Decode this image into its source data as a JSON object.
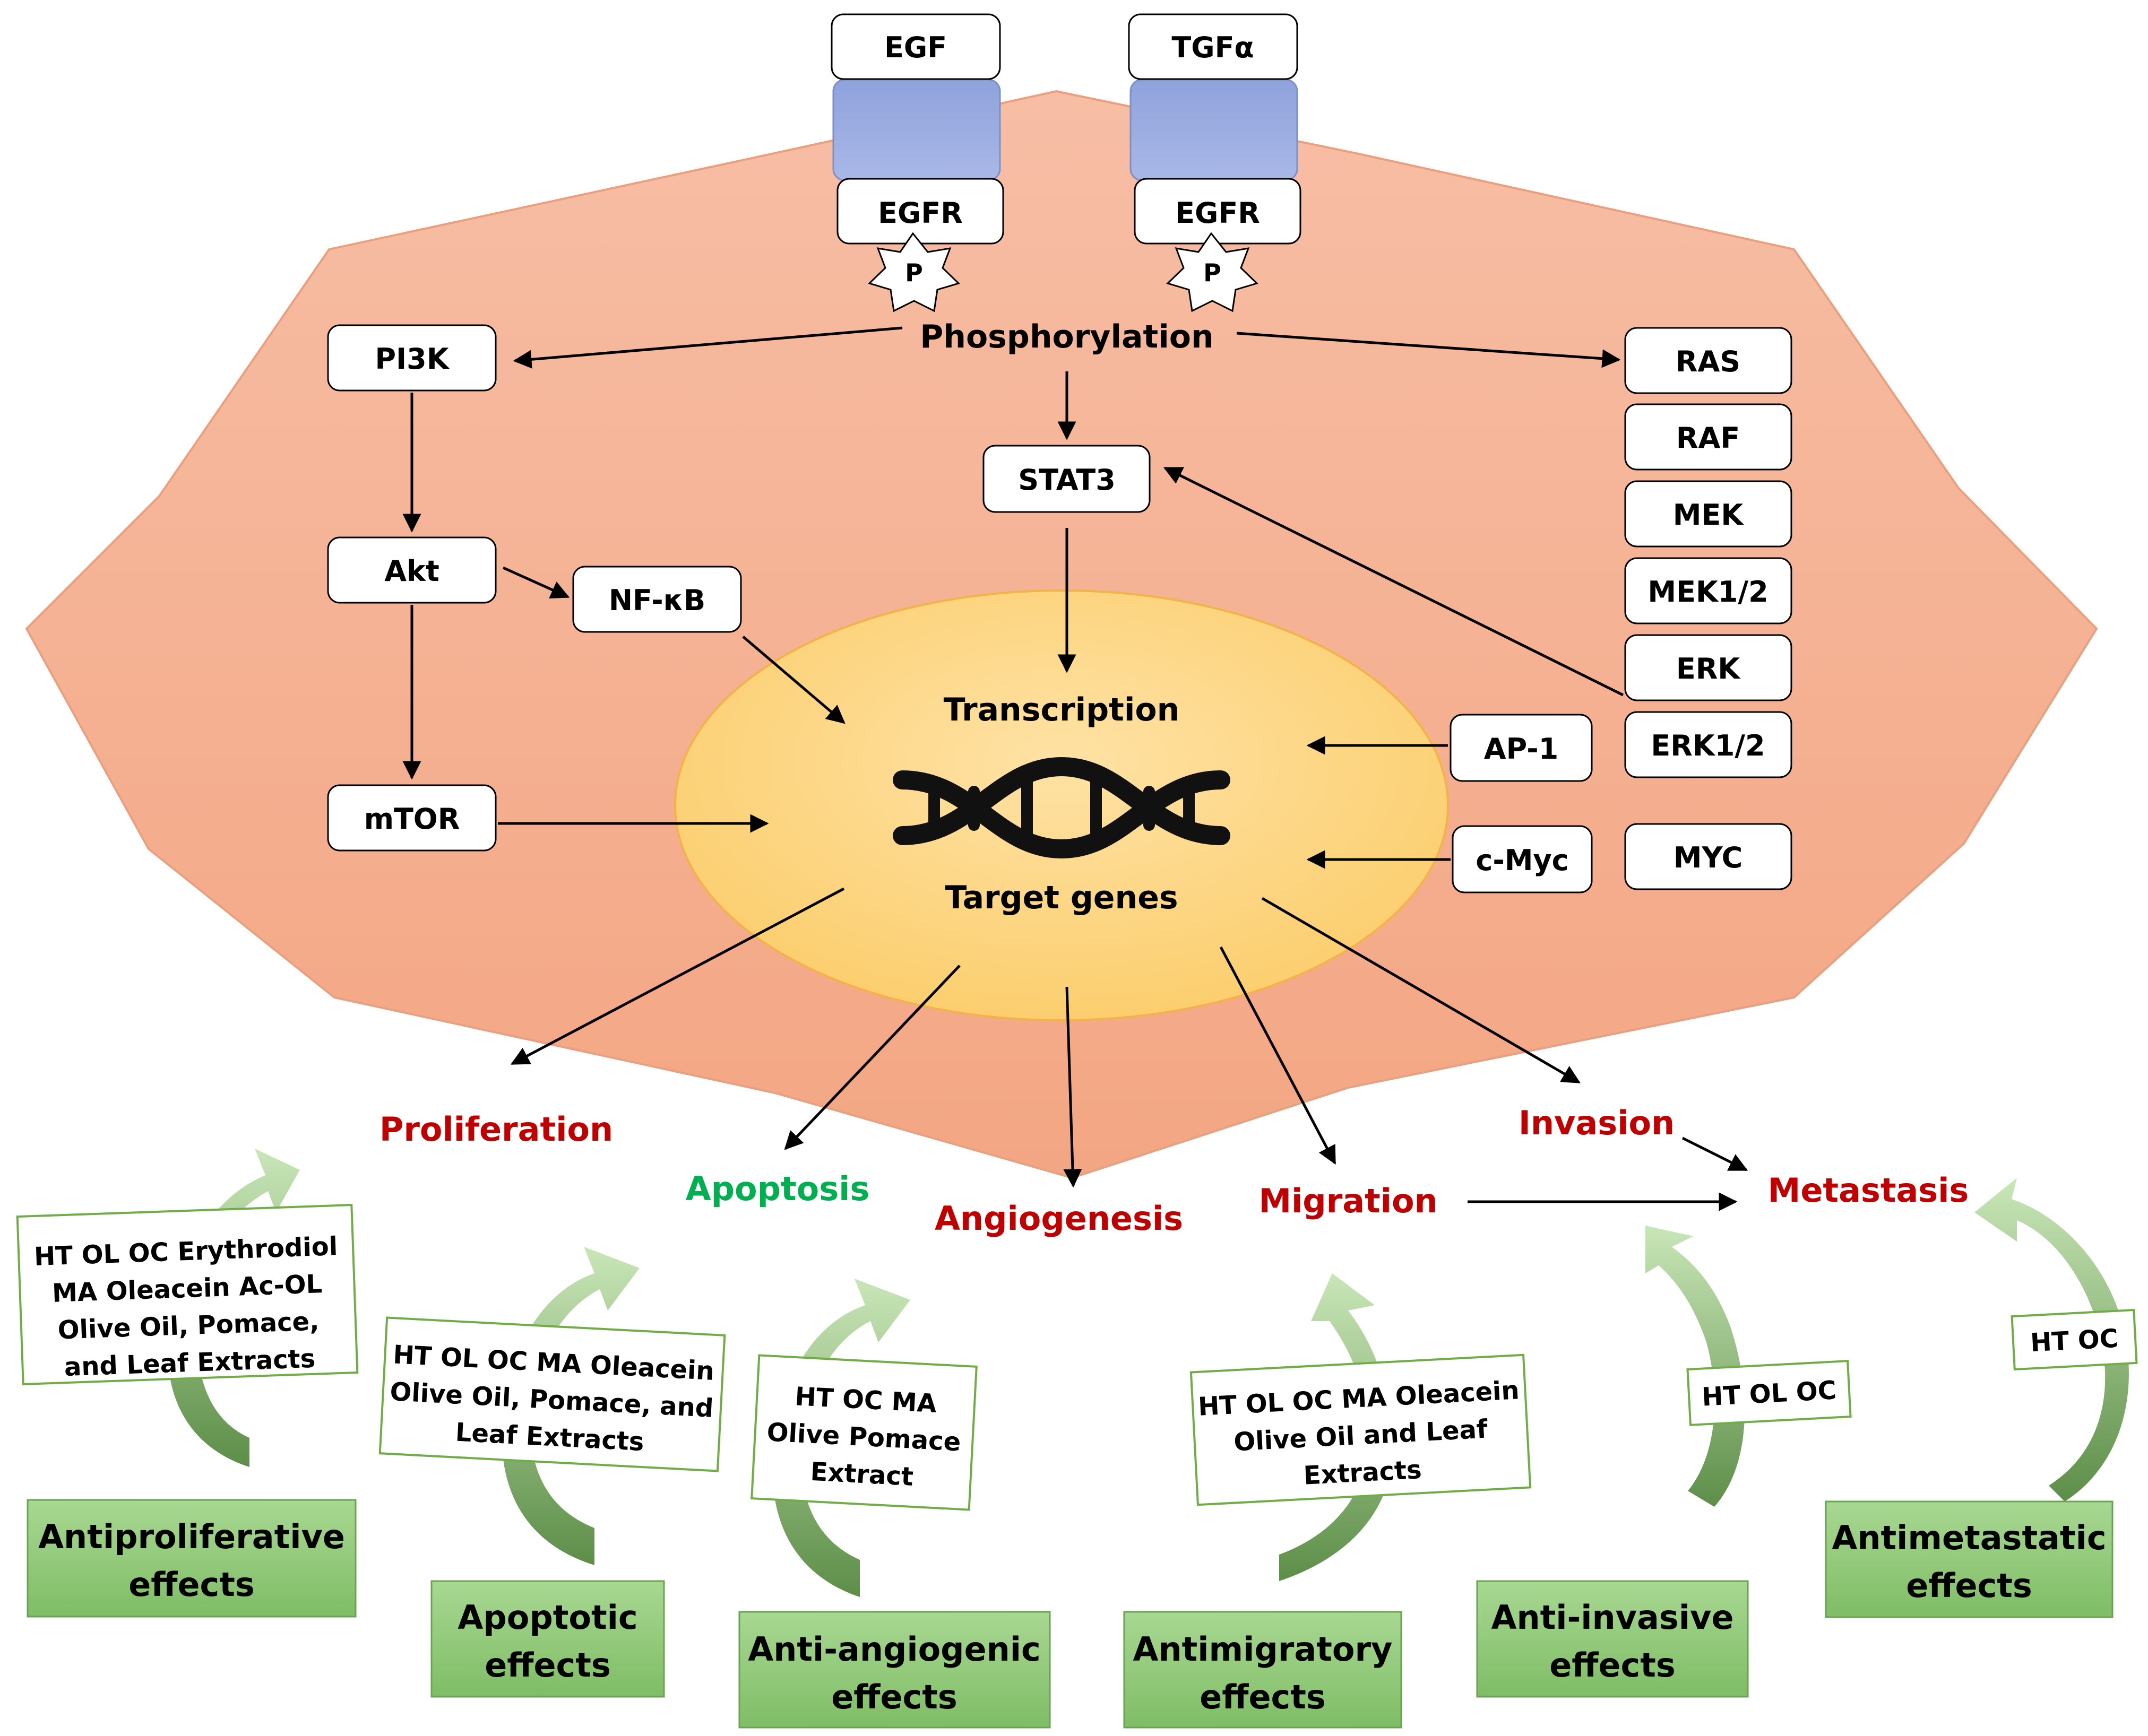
{
  "ligands": [
    "EGF",
    "TGFα"
  ],
  "receptor": "EGFR",
  "phospho_mark": "P",
  "center": {
    "phosphorylation": "Phosphorylation",
    "transcription": "Transcription",
    "target_genes": "Target genes"
  },
  "pathway": {
    "pi3k": "PI3K",
    "akt": "Akt",
    "nfkb": "NF-κB",
    "mtor": "mTOR",
    "stat3": "STAT3",
    "ap1": "AP-1",
    "cmyc": "c-Myc",
    "mapk": [
      "RAS",
      "RAF",
      "MEK",
      "MEK1/2",
      "ERK",
      "ERK1/2"
    ],
    "myc": "MYC"
  },
  "outcomes": {
    "proliferation": "Proliferation",
    "apoptosis": "Apoptosis",
    "angiogenesis": "Angiogenesis",
    "migration": "Migration",
    "invasion": "Invasion",
    "metastasis": "Metastasis"
  },
  "compounds": [
    [
      "HT OL OC Erythrodiol",
      "MA Oleacein Ac-OL",
      "Olive Oil, Pomace,",
      "and Leaf Extracts"
    ],
    [
      "HT OL OC MA Oleacein",
      "Olive Oil, Pomace, and",
      "Leaf Extracts"
    ],
    [
      "HT OC MA",
      "Olive Pomace",
      "Extract"
    ],
    [
      "HT OL OC MA Oleacein",
      "Olive Oil and Leaf",
      "Extracts"
    ],
    [
      "HT OL OC"
    ],
    [
      "HT OC"
    ]
  ],
  "effects": [
    [
      "Antiproliferative",
      "effects"
    ],
    [
      "Apoptotic",
      "effects"
    ],
    [
      "Anti-angiogenic",
      "effects"
    ],
    [
      "Antimigratory",
      "effects"
    ],
    [
      "Anti-invasive",
      "effects"
    ],
    [
      "Antimetastatic",
      "effects"
    ]
  ],
  "colors": {
    "cell_fill": "#f6b296",
    "nucleus_fill": "#fdd27a",
    "receptor_fill": "#8fa3d9",
    "inhibitory_red": "#c00000",
    "promoting_green": "#00b050",
    "effect_box": "#8fca78",
    "compound_border": "#70ad47"
  }
}
